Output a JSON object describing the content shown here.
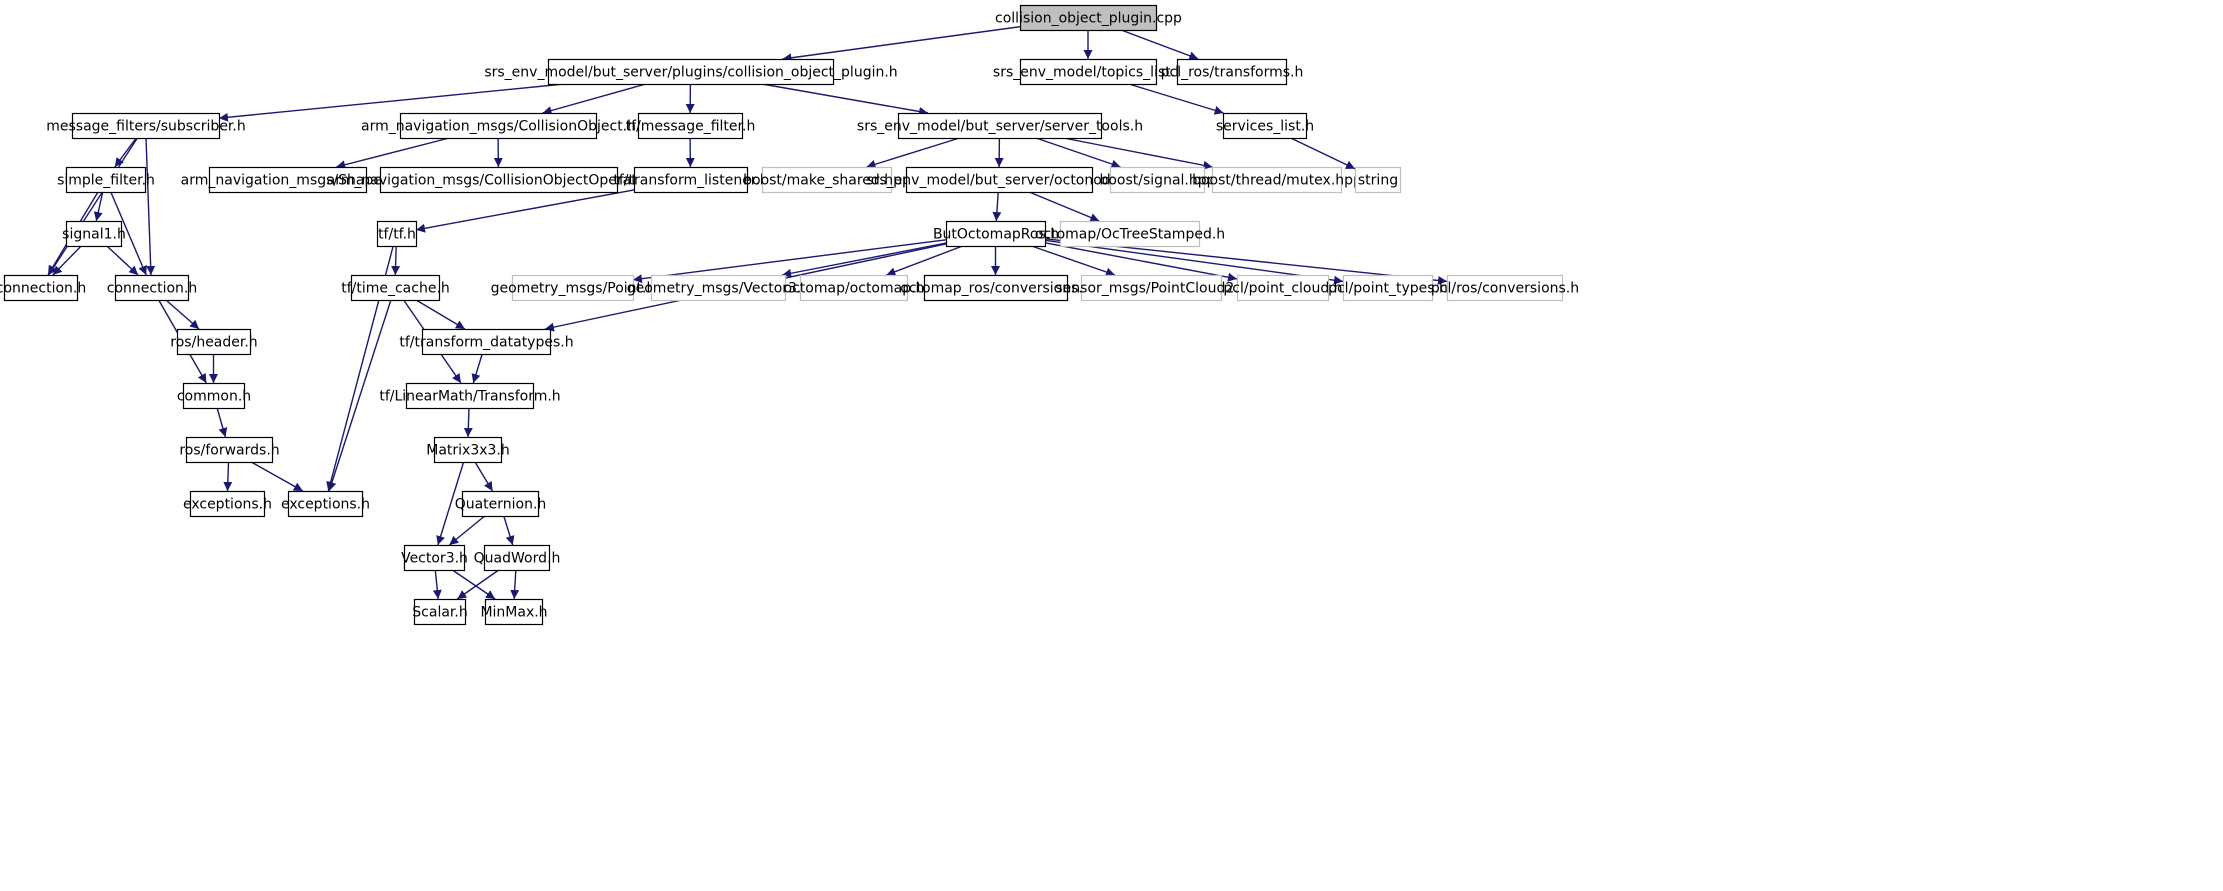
{
  "colors": {
    "edge": "#191970",
    "node_border": "#000000",
    "node_border_external": "#bfbfbf",
    "root_fill": "#bfbfbf",
    "node_fill": "#ffffff",
    "text": "#000000"
  },
  "nodes": [
    {
      "id": "root",
      "label": "collision_object_plugin.cpp",
      "kind": "root"
    },
    {
      "id": "cop_h",
      "label": "srs_env_model/but_server/plugins/collision_object_plugin.h",
      "kind": "file"
    },
    {
      "id": "topics",
      "label": "srs_env_model/topics_list.h",
      "kind": "file"
    },
    {
      "id": "pclros_tr",
      "label": "pcl_ros/transforms.h",
      "kind": "file"
    },
    {
      "id": "mf_sub",
      "label": "message_filters/subscriber.h",
      "kind": "file"
    },
    {
      "id": "anm_co",
      "label": "arm_navigation_msgs/CollisionObject.h",
      "kind": "file"
    },
    {
      "id": "tf_mf",
      "label": "tf/message_filter.h",
      "kind": "file"
    },
    {
      "id": "srv_tools",
      "label": "srs_env_model/but_server/server_tools.h",
      "kind": "file"
    },
    {
      "id": "services",
      "label": "services_list.h",
      "kind": "file"
    },
    {
      "id": "simple_filter",
      "label": "simple_filter.h",
      "kind": "file"
    },
    {
      "id": "anm_shape",
      "label": "arm_navigation_msgs/Shape.h",
      "kind": "file"
    },
    {
      "id": "anm_coop",
      "label": "arm_navigation_msgs/CollisionObjectOperation.h",
      "kind": "file"
    },
    {
      "id": "tf_tl",
      "label": "tf/transform_listener.h",
      "kind": "file"
    },
    {
      "id": "boost_ms",
      "label": "boost/make_shared.hpp",
      "kind": "external"
    },
    {
      "id": "octonode",
      "label": "srs_env_model/but_server/octonode.h",
      "kind": "file"
    },
    {
      "id": "boost_sig",
      "label": "boost/signal.hpp",
      "kind": "external"
    },
    {
      "id": "boost_mtx",
      "label": "boost/thread/mutex.hpp",
      "kind": "external"
    },
    {
      "id": "string",
      "label": "string",
      "kind": "external"
    },
    {
      "id": "signal1",
      "label": "signal1.h",
      "kind": "file"
    },
    {
      "id": "tf_tf",
      "label": "tf/tf.h",
      "kind": "file"
    },
    {
      "id": "butoct",
      "label": "ButOctomapRos.h",
      "kind": "file"
    },
    {
      "id": "oc_ts",
      "label": "octomap/OcTreeStamped.h",
      "kind": "external"
    },
    {
      "id": "conn_a",
      "label": "connection.h",
      "kind": "file"
    },
    {
      "id": "conn_b",
      "label": "connection.h",
      "kind": "file"
    },
    {
      "id": "time_cache",
      "label": "tf/time_cache.h",
      "kind": "file"
    },
    {
      "id": "gm_point",
      "label": "geometry_msgs/Point.h",
      "kind": "external"
    },
    {
      "id": "gm_vec3",
      "label": "geometry_msgs/Vector3.h",
      "kind": "external"
    },
    {
      "id": "oct_oct",
      "label": "octomap/octomap.h",
      "kind": "external"
    },
    {
      "id": "oct_ros_conv",
      "label": "octomap_ros/conversions.h",
      "kind": "file"
    },
    {
      "id": "sm_pc2",
      "label": "sensor_msgs/PointCloud2.h",
      "kind": "external"
    },
    {
      "id": "pcl_pc",
      "label": "pcl/point_cloud.h",
      "kind": "external"
    },
    {
      "id": "pcl_pt",
      "label": "pcl/point_types.h",
      "kind": "external"
    },
    {
      "id": "pcl_ros_conv",
      "label": "pcl/ros/conversions.h",
      "kind": "external"
    },
    {
      "id": "ros_header",
      "label": "ros/header.h",
      "kind": "file"
    },
    {
      "id": "tf_tdt",
      "label": "tf/transform_datatypes.h",
      "kind": "file"
    },
    {
      "id": "common",
      "label": "common.h",
      "kind": "file"
    },
    {
      "id": "lm_tr",
      "label": "tf/LinearMath/Transform.h",
      "kind": "file"
    },
    {
      "id": "ros_fwd",
      "label": "ros/forwards.h",
      "kind": "file"
    },
    {
      "id": "m3x3",
      "label": "Matrix3x3.h",
      "kind": "file"
    },
    {
      "id": "exc_a",
      "label": "exceptions.h",
      "kind": "file"
    },
    {
      "id": "exc_b",
      "label": "exceptions.h",
      "kind": "file"
    },
    {
      "id": "quat",
      "label": "Quaternion.h",
      "kind": "file"
    },
    {
      "id": "vec3",
      "label": "Vector3.h",
      "kind": "file"
    },
    {
      "id": "quadword",
      "label": "QuadWord.h",
      "kind": "file"
    },
    {
      "id": "scalar",
      "label": "Scalar.h",
      "kind": "file"
    },
    {
      "id": "minmax",
      "label": "MinMax.h",
      "kind": "file"
    }
  ],
  "edges": [
    [
      "root",
      "cop_h"
    ],
    [
      "root",
      "topics"
    ],
    [
      "root",
      "pclros_tr"
    ],
    [
      "cop_h",
      "mf_sub"
    ],
    [
      "cop_h",
      "anm_co"
    ],
    [
      "cop_h",
      "tf_mf"
    ],
    [
      "cop_h",
      "srv_tools"
    ],
    [
      "topics",
      "services"
    ],
    [
      "services",
      "string"
    ],
    [
      "mf_sub",
      "simple_filter"
    ],
    [
      "mf_sub",
      "conn_a"
    ],
    [
      "mf_sub",
      "conn_b"
    ],
    [
      "simple_filter",
      "signal1"
    ],
    [
      "simple_filter",
      "conn_a"
    ],
    [
      "simple_filter",
      "conn_b"
    ],
    [
      "signal1",
      "conn_a"
    ],
    [
      "signal1",
      "conn_b"
    ],
    [
      "anm_co",
      "anm_shape"
    ],
    [
      "anm_co",
      "anm_coop"
    ],
    [
      "tf_mf",
      "tf_tl"
    ],
    [
      "tf_tl",
      "tf_tf"
    ],
    [
      "tf_tf",
      "time_cache"
    ],
    [
      "tf_tf",
      "exc_b"
    ],
    [
      "time_cache",
      "tf_tdt"
    ],
    [
      "time_cache",
      "lm_tr"
    ],
    [
      "time_cache",
      "exc_b"
    ],
    [
      "srv_tools",
      "boost_ms"
    ],
    [
      "srv_tools",
      "octonode"
    ],
    [
      "srv_tools",
      "boost_sig"
    ],
    [
      "srv_tools",
      "boost_mtx"
    ],
    [
      "octonode",
      "butoct"
    ],
    [
      "octonode",
      "oc_ts"
    ],
    [
      "butoct",
      "tf_tdt"
    ],
    [
      "butoct",
      "gm_point"
    ],
    [
      "butoct",
      "gm_vec3"
    ],
    [
      "butoct",
      "oct_oct"
    ],
    [
      "butoct",
      "oct_ros_conv"
    ],
    [
      "butoct",
      "sm_pc2"
    ],
    [
      "butoct",
      "pcl_pc"
    ],
    [
      "butoct",
      "pcl_pt"
    ],
    [
      "butoct",
      "pcl_ros_conv"
    ],
    [
      "conn_b",
      "ros_header"
    ],
    [
      "conn_b",
      "common"
    ],
    [
      "ros_header",
      "common"
    ],
    [
      "common",
      "ros_fwd"
    ],
    [
      "ros_fwd",
      "exc_a"
    ],
    [
      "ros_fwd",
      "exc_b"
    ],
    [
      "tf_tdt",
      "lm_tr"
    ],
    [
      "lm_tr",
      "m3x3"
    ],
    [
      "m3x3",
      "quat"
    ],
    [
      "m3x3",
      "vec3"
    ],
    [
      "quat",
      "vec3"
    ],
    [
      "quat",
      "quadword"
    ],
    [
      "vec3",
      "scalar"
    ],
    [
      "vec3",
      "minmax"
    ],
    [
      "quadword",
      "scalar"
    ],
    [
      "quadword",
      "minmax"
    ]
  ]
}
